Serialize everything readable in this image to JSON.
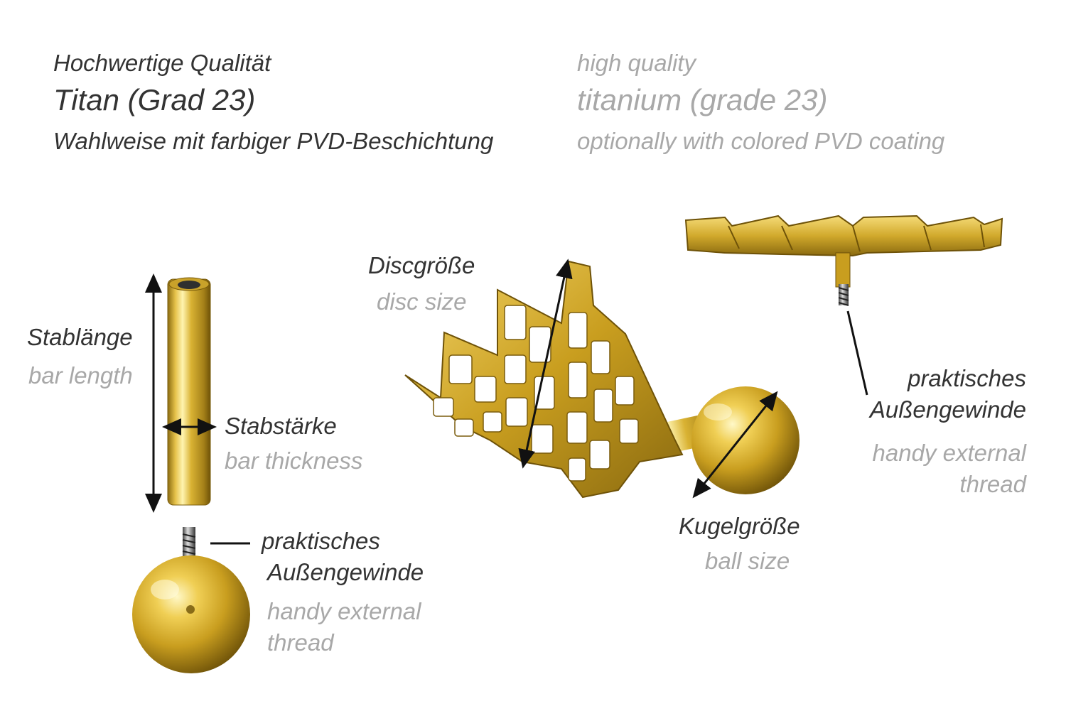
{
  "header": {
    "de_line1": "Hochwertige Qualität",
    "de_line2": "Titan (Grad 23)",
    "de_line3": "Wahlweise mit farbiger PVD-Beschichtung",
    "en_line1": "high quality",
    "en_line2": "titanium (grade 23)",
    "en_line3": "optionally with colored PVD coating"
  },
  "labels": {
    "bar_length_de": "Stablänge",
    "bar_length_en": "bar length",
    "bar_thickness_de": "Stabstärke",
    "bar_thickness_en": "bar thickness",
    "thread_left_de_1": "praktisches",
    "thread_left_de_2": "Außengewinde",
    "thread_left_en_1": "handy external",
    "thread_left_en_2": "thread",
    "disc_size_de": "Discgröße",
    "disc_size_en": "disc size",
    "ball_size_de": "Kugelgröße",
    "ball_size_en": "ball size",
    "thread_right_de_1": "praktisches",
    "thread_right_de_2": "Außengewinde",
    "thread_right_en_1": "handy external",
    "thread_right_en_2": "thread"
  },
  "colors": {
    "gold": "#d9b233",
    "gold_dark": "#8a6a10",
    "gold_light": "#fff2a8",
    "text_dark": "#333333",
    "text_grey": "#a8a8a8"
  }
}
